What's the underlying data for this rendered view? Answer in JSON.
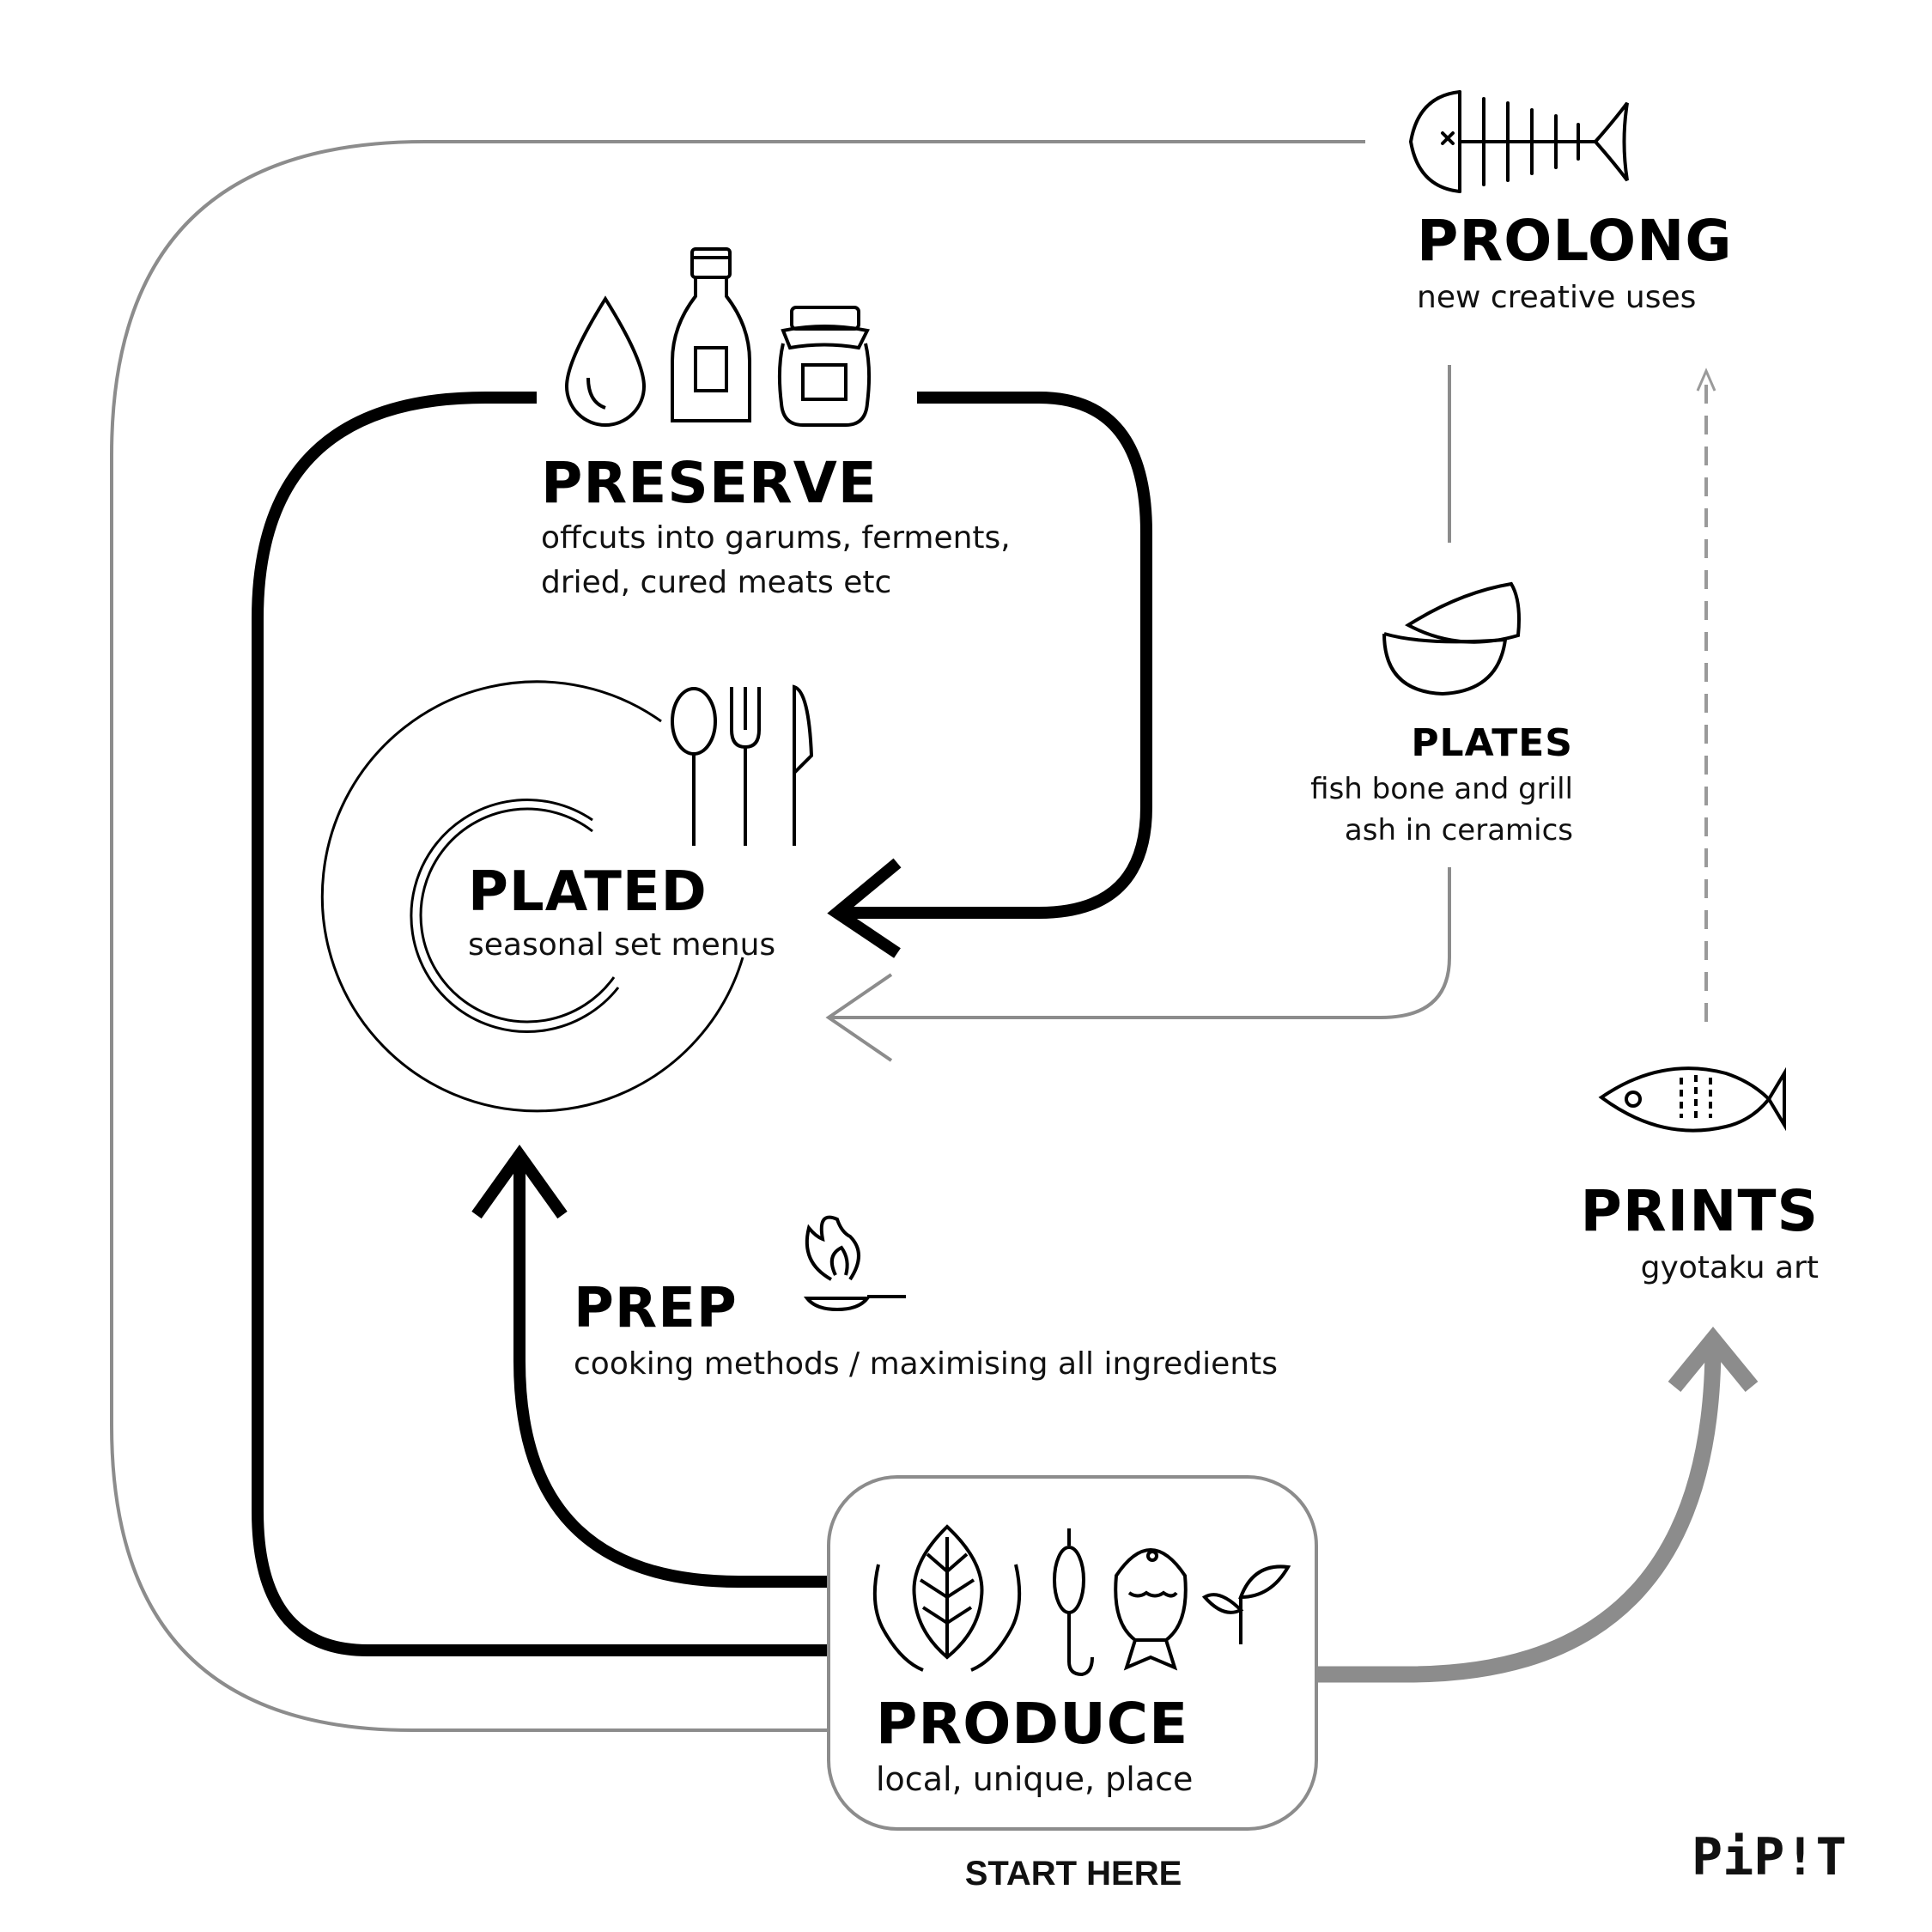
{
  "stages": {
    "prolong": {
      "title": "PROLONG",
      "desc": "new creative uses"
    },
    "preserve": {
      "title": "PRESERVE",
      "desc_line1": "offcuts into garums, ferments,",
      "desc_line2": "dried, cured meats etc"
    },
    "plates": {
      "title": "PLATES",
      "desc_line1": "fish bone and grill",
      "desc_line2": "ash in ceramics"
    },
    "plated": {
      "title": "PLATED",
      "desc": "seasonal set menus"
    },
    "prep": {
      "title": "PREP",
      "desc": "cooking methods /  maximising all ingredients"
    },
    "prints": {
      "title": "PRINTS",
      "desc": "gyotaku art"
    },
    "produce": {
      "title": "PRODUCE",
      "desc": "local, unique, place"
    }
  },
  "start_label": "START HERE",
  "logo_text": "PiP!T",
  "colors": {
    "primary": "#000000",
    "secondary": "#8c8c8c",
    "background": "#ffffff"
  }
}
